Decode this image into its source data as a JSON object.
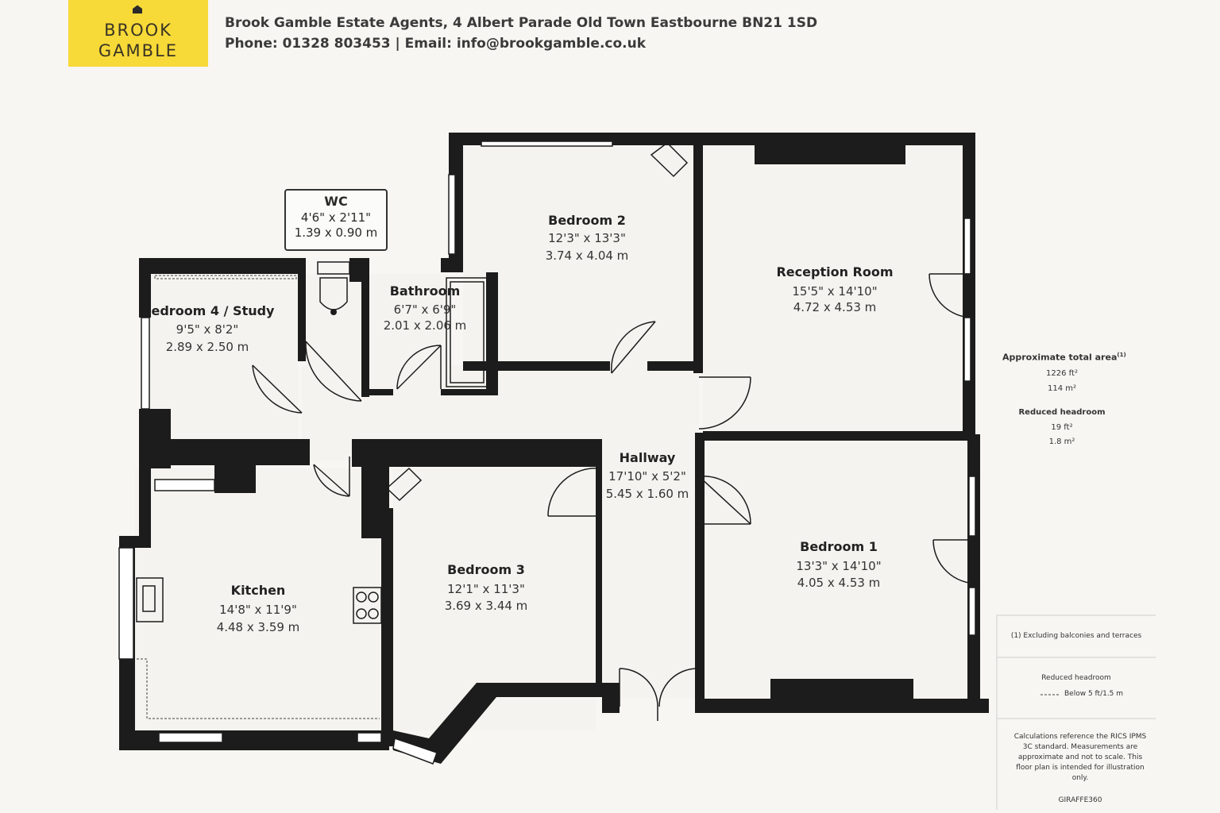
{
  "header": {
    "brand_line1": "BROOK",
    "brand_line2": "GAMBLE",
    "address": "Brook Gamble Estate Agents, 4 Albert Parade Old Town Eastbourne BN21 1SD",
    "contact": "Phone: 01328 803453 | Email: info@brookgamble.co.uk",
    "brand_color": "#f7d938"
  },
  "rooms": {
    "wc": {
      "name": "WC",
      "imperial": "4'6\" x 2'11\"",
      "metric": "1.39 x 0.90 m"
    },
    "bedroom2": {
      "name": "Bedroom 2",
      "imperial": "12'3\" x 13'3\"",
      "metric": "3.74 x 4.04 m"
    },
    "reception": {
      "name": "Reception Room",
      "imperial": "15'5\" x 14'10\"",
      "metric": "4.72 x 4.53 m"
    },
    "bedroom4": {
      "name": "edroom 4 / Study",
      "imperial": "9'5\" x 8'2\"",
      "metric": "2.89 x 2.50 m"
    },
    "bathroom": {
      "name": "Bathroom",
      "imperial": "6'7\" x 6'9\"",
      "metric": "2.01 x 2.06 m"
    },
    "hallway": {
      "name": "Hallway",
      "imperial": "17'10\" x 5'2\"",
      "metric": "5.45 x 1.60 m"
    },
    "bedroom1": {
      "name": "Bedroom 1",
      "imperial": "13'3\" x 14'10\"",
      "metric": "4.05 x 4.53 m"
    },
    "kitchen": {
      "name": "Kitchen",
      "imperial": "14'8\" x 11'9\"",
      "metric": "4.48 x 3.59 m"
    },
    "bedroom3": {
      "name": "Bedroom 3",
      "imperial": "12'1\" x 11'3\"",
      "metric": "3.69 x 3.44 m"
    }
  },
  "sidebar": {
    "total_area_label": "Approximate total area",
    "total_area_note_marker": "(1)",
    "total_area_ft": "1226 ft²",
    "total_area_m": "114 m²",
    "reduced_label": "Reduced headroom",
    "reduced_ft": "19 ft²",
    "reduced_m": "1.8 m²",
    "footnote": "(1) Excluding balconies and terraces",
    "legend_title": "Reduced headroom",
    "legend_item": "Below 5 ft/1.5 m",
    "disclaimer_1": "Calculations reference the RICS IPMS",
    "disclaimer_2": "3C standard. Measurements are",
    "disclaimer_3": "approximate and not to scale. This",
    "disclaimer_4": "floor plan is intended for illustration",
    "disclaimer_5": "only.",
    "credit": "GIRAFFE360"
  },
  "colors": {
    "wall": "#1c1c1c",
    "floor": "#f4f3ef",
    "paper": "#f7f6f2"
  }
}
